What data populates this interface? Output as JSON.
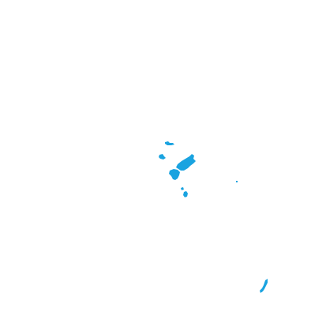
{
  "map": {
    "background_color": "#ffffff",
    "land_color": "#1aa3e0",
    "features": [
      {
        "name": "northern-islet"
      },
      {
        "name": "western-islet"
      },
      {
        "name": "main-island"
      },
      {
        "name": "southwest-lobe"
      },
      {
        "name": "southern-islet-small"
      },
      {
        "name": "southern-islet"
      },
      {
        "name": "eastern-speck"
      },
      {
        "name": "far-southeast-islet"
      }
    ]
  }
}
